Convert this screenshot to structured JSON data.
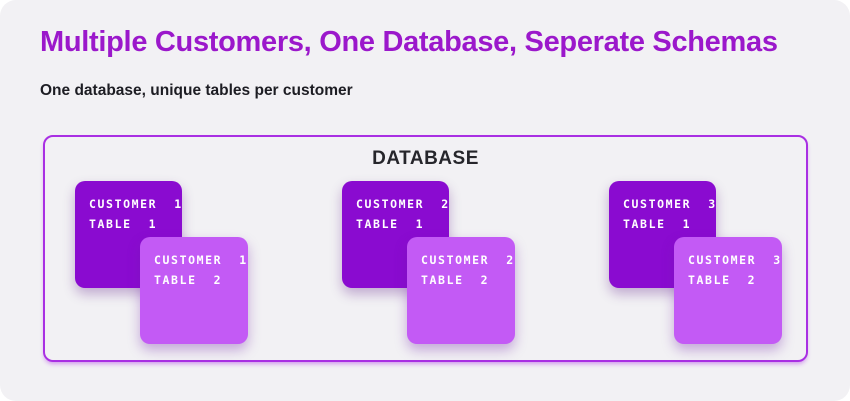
{
  "page": {
    "title": "Multiple Customers, One Database, Seperate Schemas",
    "subtitle": "One database, unique tables per customer"
  },
  "diagram": {
    "database_label": "DATABASE",
    "groups": [
      {
        "table1_label": "CUSTOMER  1\nTABLE  1",
        "table2_label": "CUSTOMER  1\nTABLE  2"
      },
      {
        "table1_label": "CUSTOMER  2\nTABLE  1",
        "table2_label": "CUSTOMER  2\nTABLE  2"
      },
      {
        "table1_label": "CUSTOMER  3\nTABLE  1",
        "table2_label": "CUSTOMER  3\nTABLE  2"
      }
    ]
  },
  "colors": {
    "title_purple": "#9b18cb",
    "container_border": "#a92fe3",
    "table1_fill": "#8a0bd0",
    "table2_fill": "#c35af5",
    "card_background": "#f2f1f4",
    "heading_text": "#1d1d23",
    "database_label_text": "#26262b",
    "box_text": "#ffffff"
  }
}
